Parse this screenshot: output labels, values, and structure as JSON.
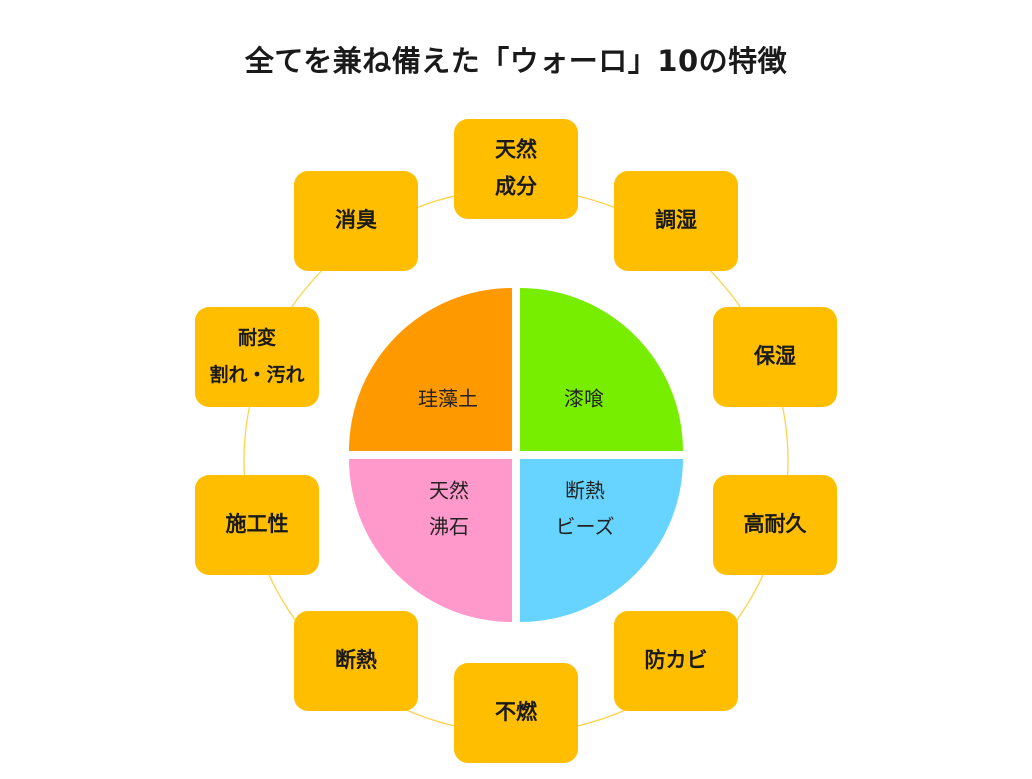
{
  "title": "全てを兼ね備えた「ウォーロ」10の特徴",
  "center": {
    "quadrants": [
      {
        "id": "top-left",
        "lines": [
          "珪藻土"
        ],
        "color": "#FF9900"
      },
      {
        "id": "top-right",
        "lines": [
          "漆喰"
        ],
        "color": "#77EE00"
      },
      {
        "id": "bottom-left",
        "lines": [
          "天然",
          "沸石"
        ],
        "color": "#FF99CC"
      },
      {
        "id": "bottom-right",
        "lines": [
          "断熱",
          "ビーズ"
        ],
        "color": "#66D4FF"
      }
    ]
  },
  "features": [
    {
      "id": "natural-ingredients",
      "lines": [
        "天然",
        "成分"
      ]
    },
    {
      "id": "humidity-control",
      "lines": [
        "調湿"
      ]
    },
    {
      "id": "moisture-retention",
      "lines": [
        "保湿"
      ]
    },
    {
      "id": "high-durability",
      "lines": [
        "高耐久"
      ]
    },
    {
      "id": "mold-prevention",
      "lines": [
        "防カビ"
      ]
    },
    {
      "id": "non-flammable",
      "lines": [
        "不燃"
      ]
    },
    {
      "id": "insulation",
      "lines": [
        "断熱"
      ]
    },
    {
      "id": "workability",
      "lines": [
        "施工性"
      ]
    },
    {
      "id": "resistance",
      "lines": [
        "耐変",
        "割れ・汚れ"
      ]
    },
    {
      "id": "deodorization",
      "lines": [
        "消臭"
      ]
    }
  ],
  "colors": {
    "box": "#FFBE00",
    "ring": "#FFD24D",
    "divider": "#FFFFFF"
  }
}
